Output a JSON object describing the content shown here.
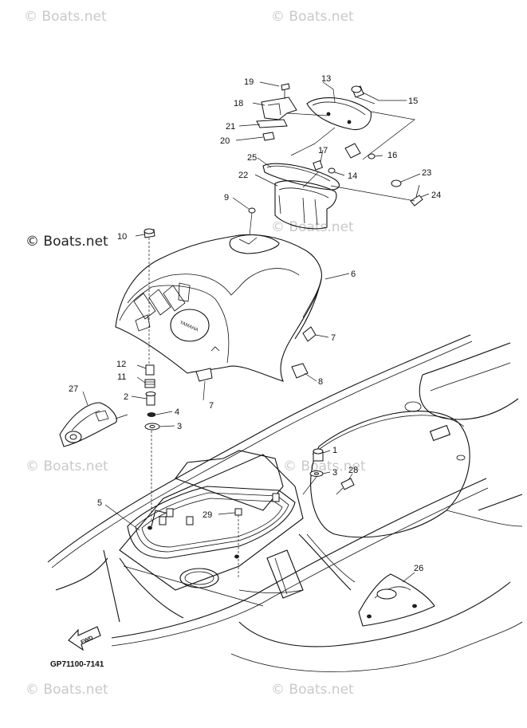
{
  "diagram": {
    "drawing_code": "GP71100-7141",
    "watermark": "© Boats.net",
    "fwd_label": "FWD",
    "brand_mark": "YAMAHA",
    "callouts": [
      "1",
      "2",
      "3",
      "3",
      "4",
      "5",
      "6",
      "7",
      "7",
      "8",
      "9",
      "10",
      "11",
      "12",
      "13",
      "14",
      "15",
      "16",
      "17",
      "18",
      "19",
      "20",
      "21",
      "22",
      "23",
      "24",
      "25",
      "26",
      "27",
      "28",
      "29"
    ]
  }
}
